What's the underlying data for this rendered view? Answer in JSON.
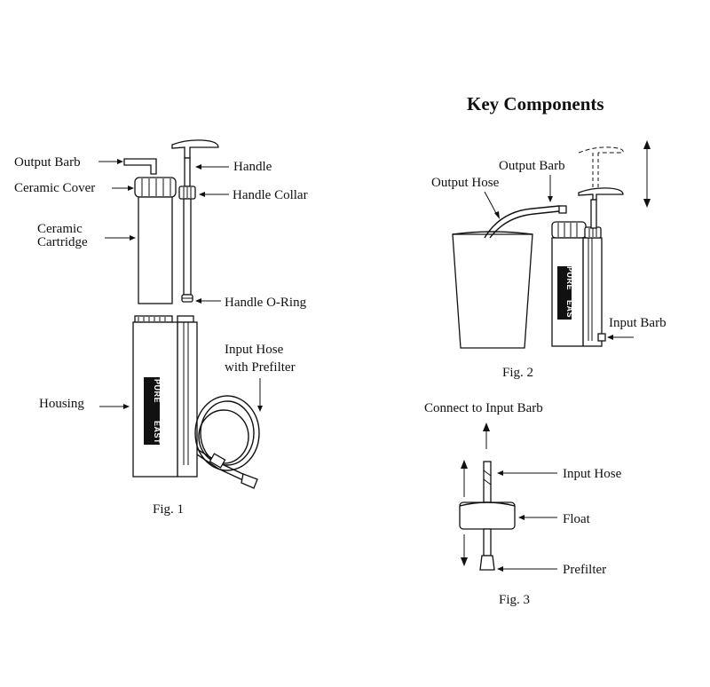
{
  "title": "Key Components",
  "fig1": {
    "caption": "Fig. 1",
    "labels": {
      "output_barb": "Output Barb",
      "ceramic_cover": "Ceramic Cover",
      "ceramic_cartridge": "Ceramic",
      "ceramic_cartridge_2": "Cartridge",
      "handle": "Handle",
      "handle_collar": "Handle Collar",
      "handle_oring": "Handle O-Ring",
      "housing": "Housing",
      "input_hose": "Input Hose",
      "input_hose_2": "with Prefilter"
    },
    "brand": {
      "top": "PURE",
      "bottom": "EAST"
    }
  },
  "fig2": {
    "caption": "Fig. 2",
    "labels": {
      "output_barb": "Output Barb",
      "output_hose": "Output Hose",
      "input_barb": "Input Barb"
    },
    "brand": {
      "top": "PURE",
      "bottom": "EAST"
    }
  },
  "fig3": {
    "caption": "Fig. 3",
    "labels": {
      "connect": "Connect to Input Barb",
      "input_hose": "Input Hose",
      "float": "Float",
      "prefilter": "Prefilter"
    }
  }
}
